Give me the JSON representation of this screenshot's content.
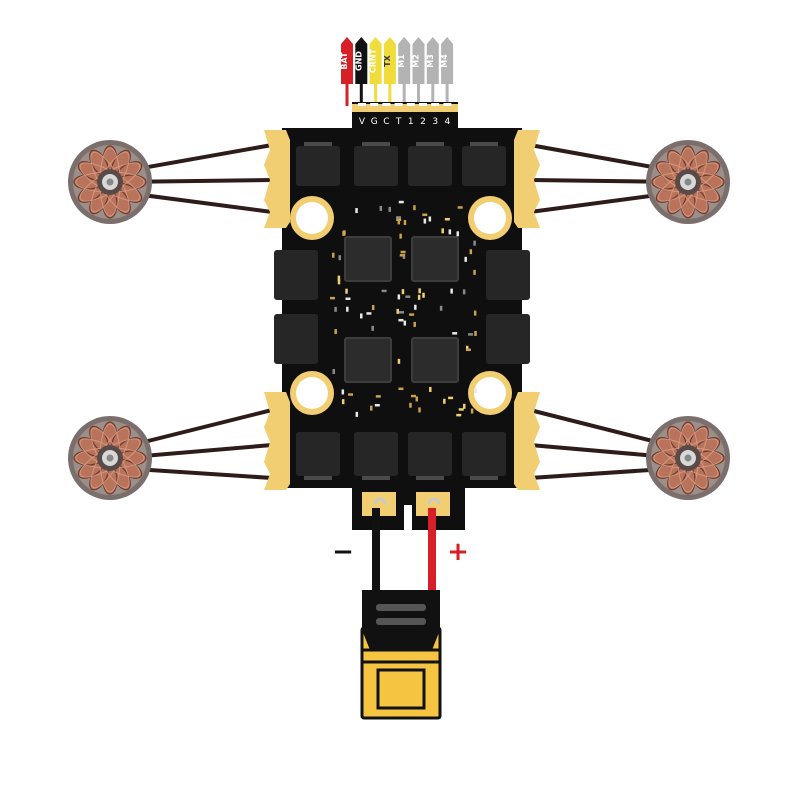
{
  "connector_labels": [
    "BAT",
    "GND",
    "CRNT",
    "TX",
    "M1",
    "M2",
    "M3",
    "M4"
  ],
  "pad_labels": [
    "V",
    "G",
    "C",
    "T",
    "1",
    "2",
    "3",
    "4"
  ],
  "polarity": {
    "negative": "−",
    "positive": "+"
  },
  "colors": {
    "board": "#0f0f0f",
    "pad_gold": "#f2ce73",
    "chip": "#262626",
    "wire_red": "#d61f26",
    "wire_black": "#111111",
    "connector_yellow": "#f5c542",
    "label_bat": "#d61f26",
    "label_gnd": "#111111",
    "label_crnt": "#f0dd3c",
    "label_tx": "#f0dd3c",
    "label_motor": "#b3b3b3",
    "motor_copper": "#b8735a",
    "motor_wire": "#2e1c1a"
  }
}
